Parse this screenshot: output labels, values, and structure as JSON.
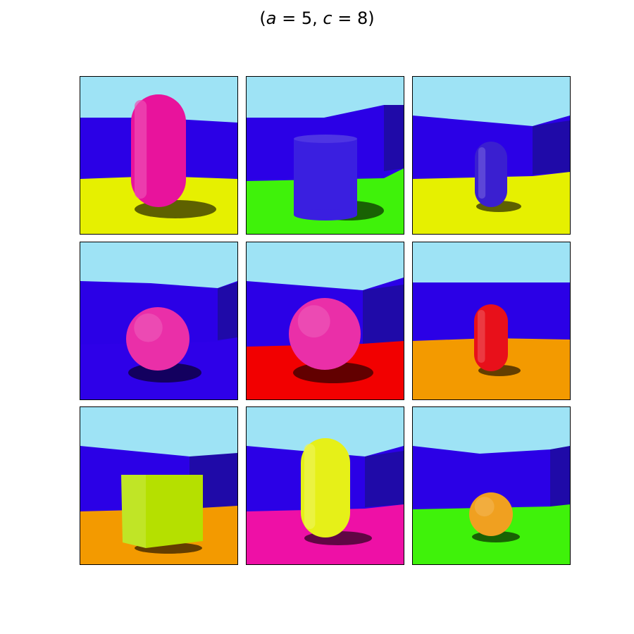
{
  "figure": {
    "title": {
      "open": "(",
      "var_a": "a",
      "eq_a": " = 5, ",
      "var_c": "c",
      "eq_c": " = 8)"
    }
  },
  "colors": {
    "sky": "#9ee3f5",
    "wall": "#2b00e6",
    "wall_dark": "#1f0aa8"
  },
  "tiles": [
    {
      "shape": "capsule",
      "object_color": "#e8139c",
      "floor_color": "#e6f000"
    },
    {
      "shape": "cylinder",
      "object_color": "#3a1fe0",
      "floor_color": "#3ff20a"
    },
    {
      "shape": "capsule",
      "object_color": "#3a1fd0",
      "floor_color": "#e6f000"
    },
    {
      "shape": "sphere",
      "object_color": "#ea2fa8",
      "floor_color": "#2e00e8"
    },
    {
      "shape": "sphere",
      "object_color": "#ea2fa8",
      "floor_color": "#f20000"
    },
    {
      "shape": "capsule",
      "object_color": "#e8101a",
      "floor_color": "#f39a00"
    },
    {
      "shape": "cube",
      "object_color": "#b5e000",
      "floor_color": "#f39a00"
    },
    {
      "shape": "capsule",
      "object_color": "#e6f018",
      "floor_color": "#ee10a6"
    },
    {
      "shape": "sphere",
      "object_color": "#f0a020",
      "floor_color": "#3ff20a"
    }
  ]
}
